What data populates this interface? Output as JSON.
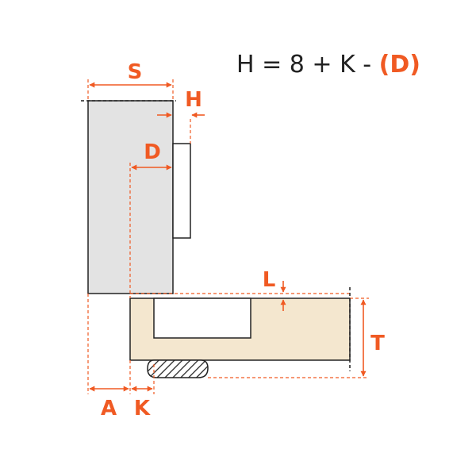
{
  "formula": {
    "main": "H = 8 + K - ",
    "highlight": "(D)"
  },
  "labels": {
    "S": "S",
    "H": "H",
    "D": "D",
    "L": "L",
    "T": "T",
    "A": "A",
    "K": "K"
  },
  "colors": {
    "accent": "#f05a23",
    "panel": "#e3e3e3",
    "wood": "#f4e7cf",
    "outline": "#222222"
  }
}
